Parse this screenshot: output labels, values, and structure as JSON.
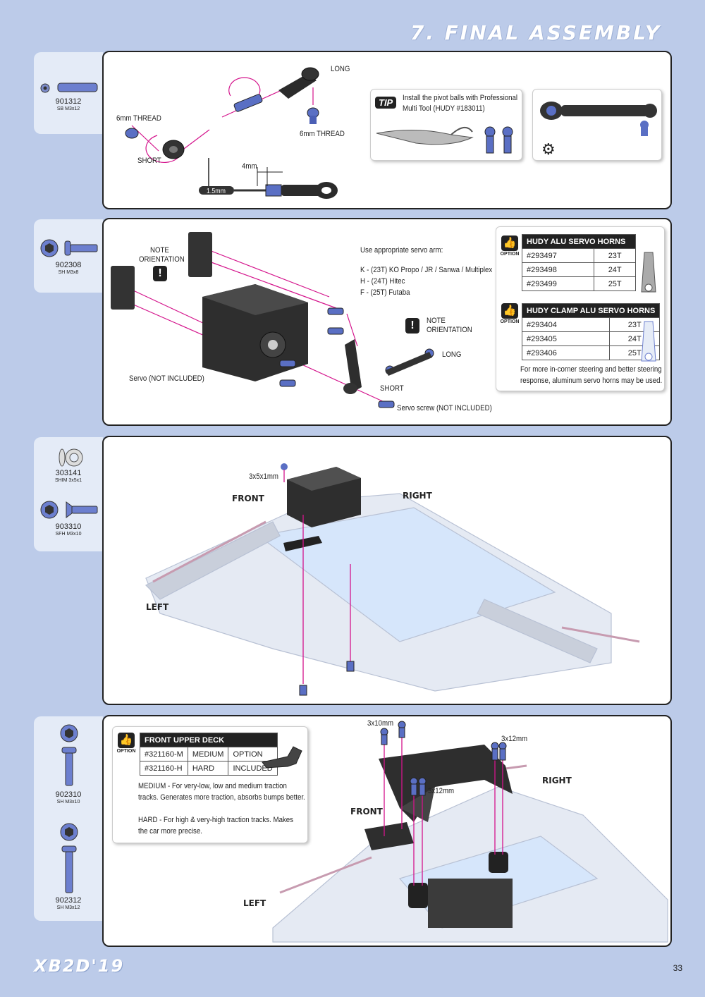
{
  "header": {
    "title": "7. FINAL ASSEMBLY"
  },
  "footer": {
    "logo": "XB2D'19",
    "page_number": "33"
  },
  "colors": {
    "background": "#bccbe9",
    "part_blue": "#5a6fc4",
    "arrow_magenta": "#d4148c"
  },
  "step1": {
    "part": {
      "code": "901312",
      "desc": "SB M3x12"
    },
    "labels": {
      "long": "LONG",
      "thread_left": "6mm THREAD",
      "thread_right": "6mm THREAD",
      "short": "SHORT",
      "gap": "4mm",
      "tool": "1.5mm"
    },
    "tip": {
      "badge": "TIP",
      "text1": "Install the pivot balls with Professional",
      "text2": "Multi Tool (HUDY #183011)"
    }
  },
  "step2": {
    "part": {
      "code": "902308",
      "desc": "SH M3x8"
    },
    "note_left": {
      "line1": "NOTE",
      "line2": "ORIENTATION"
    },
    "note_right": {
      "line1": "NOTE",
      "line2": "ORIENTATION"
    },
    "servo_label": "Servo (NOT INCLUDED)",
    "servo_arm": {
      "title": "Use appropriate servo arm:",
      "lines": [
        "K - (23T) KO Propo / JR / Sanwa / Multiplex",
        "H - (24T) Hitec",
        "F - (25T) Futaba"
      ]
    },
    "long": "LONG",
    "short": "SHORT",
    "servo_screw": "Servo screw (NOT INCLUDED)",
    "option_badge": "OPTION",
    "alu_horns": {
      "title": "HUDY ALU SERVO HORNS",
      "rows": [
        [
          "#293497",
          "23T"
        ],
        [
          "#293498",
          "24T"
        ],
        [
          "#293499",
          "25T"
        ]
      ]
    },
    "clamp_horns": {
      "title": "HUDY CLAMP ALU SERVO HORNS",
      "rows": [
        [
          "#293404",
          "23T"
        ],
        [
          "#293405",
          "24T"
        ],
        [
          "#293406",
          "25T"
        ]
      ]
    },
    "note_text1": "For more in-corner steering and better steering",
    "note_text2": "response, aluminum servo horns may be used."
  },
  "step3": {
    "parts": [
      {
        "code": "303141",
        "desc": "SHIM 3x5x1"
      },
      {
        "code": "903310",
        "desc": "SFH M3x10"
      }
    ],
    "shim_label": "3x5x1mm",
    "front": "FRONT",
    "right": "RIGHT",
    "left": "LEFT"
  },
  "step4": {
    "parts": [
      {
        "code": "902310",
        "desc": "SH M3x10"
      },
      {
        "code": "902312",
        "desc": "SH M3x12"
      }
    ],
    "option_badge": "OPTION",
    "deck": {
      "title": "FRONT UPPER DECK",
      "rows": [
        [
          "#321160-M",
          "MEDIUM",
          "OPTION"
        ],
        [
          "#321160-H",
          "HARD",
          "INCLUDED"
        ]
      ]
    },
    "medium_text1": "MEDIUM - For very-low, low and medium traction",
    "medium_text2": "tracks. Generates more traction, absorbs bumps better.",
    "hard_text1": "HARD - For high & very-high traction tracks. Makes",
    "hard_text2": "the car more precise.",
    "labels": {
      "screw_a": "3x10mm",
      "screw_b": "3x12mm",
      "screw_c": "3x12mm"
    },
    "front": "FRONT",
    "right": "RIGHT",
    "left": "LEFT"
  }
}
